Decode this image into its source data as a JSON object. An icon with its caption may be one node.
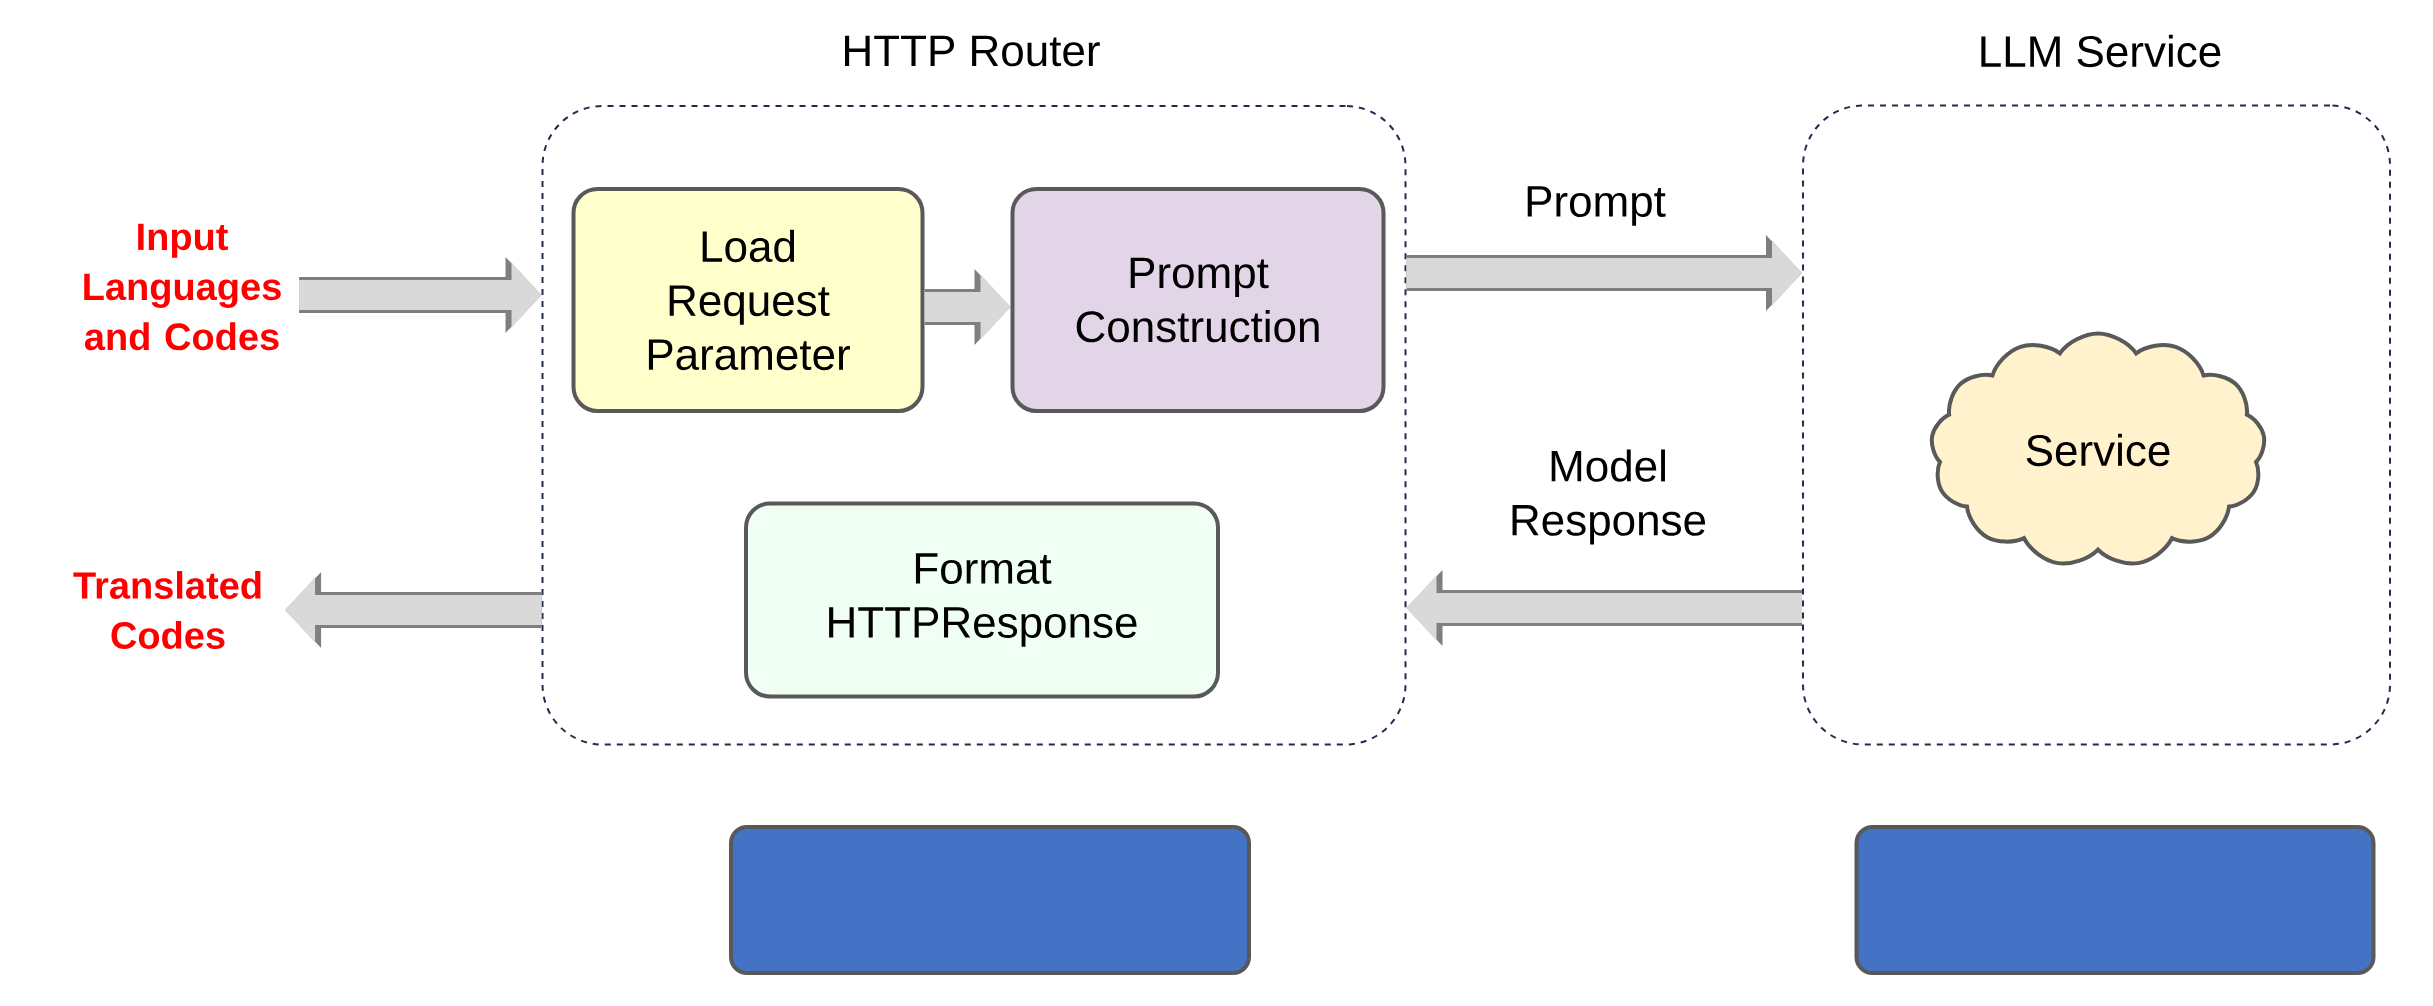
{
  "diagram": {
    "nodes": [
      {
        "text": [
          "HTTP Router"
        ]
      },
      {
        "text": [
          "Load Request Parameter"
        ],
        "in": 0
      },
      {
        "text": [
          "Prompt Construction"
        ],
        "in": 0
      },
      {
        "text": [
          "Format HTTPResponse"
        ],
        "in": 0
      },
      {
        "text": [
          "LLM Service"
        ]
      },
      {
        "text": [
          "Service"
        ],
        "in": 4
      },
      {
        "text": [
          "Input Languages and Codes"
        ]
      },
      {
        "text": [
          "Translated Codes"
        ]
      },
      {
        "text": [],
        "shape": "box"
      },
      {
        "text": [],
        "shape": "box"
      }
    ],
    "edges": [
      {
        "from": 6,
        "to": 0,
        "arrow": "to"
      },
      {
        "from": 1,
        "to": 2,
        "arrow": "to"
      },
      {
        "from": 0,
        "to": 4,
        "arrow": "to",
        "label": "Prompt"
      },
      {
        "from": 4,
        "to": 0,
        "arrow": "to",
        "label": "Model Response"
      },
      {
        "from": 0,
        "to": 7,
        "arrow": "to"
      }
    ]
  }
}
